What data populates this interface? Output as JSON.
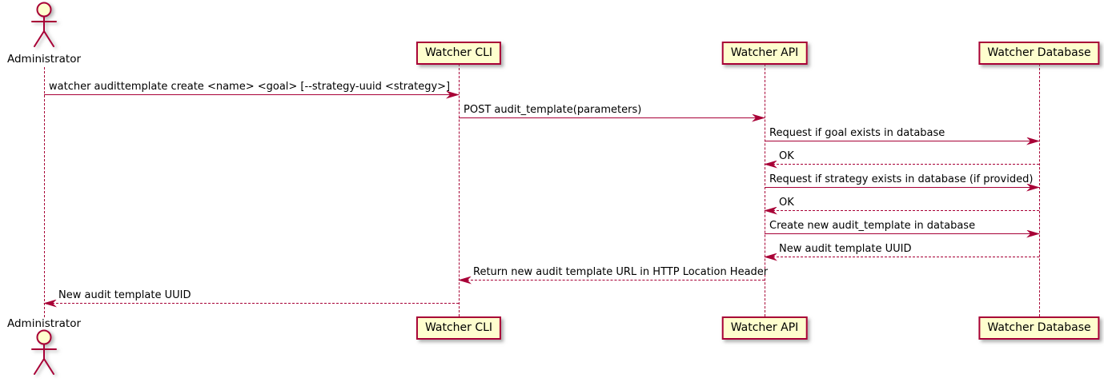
{
  "diagram": {
    "type": "sequence",
    "actor": {
      "name": "Administrator"
    },
    "participants": [
      {
        "id": "cli",
        "label": "Watcher CLI"
      },
      {
        "id": "api",
        "label": "Watcher API"
      },
      {
        "id": "db",
        "label": "Watcher Database"
      }
    ],
    "messages": [
      {
        "from": "Administrator",
        "to": "Watcher CLI",
        "style": "solid",
        "text": "watcher audittemplate create <name> <goal> [--strategy-uuid <strategy>]"
      },
      {
        "from": "Watcher CLI",
        "to": "Watcher API",
        "style": "solid",
        "text": "POST audit_template(parameters)"
      },
      {
        "from": "Watcher API",
        "to": "Watcher Database",
        "style": "solid",
        "text": "Request if goal exists in database"
      },
      {
        "from": "Watcher Database",
        "to": "Watcher API",
        "style": "dashed",
        "text": "OK"
      },
      {
        "from": "Watcher API",
        "to": "Watcher Database",
        "style": "solid",
        "text": "Request if strategy exists in database (if provided)"
      },
      {
        "from": "Watcher Database",
        "to": "Watcher API",
        "style": "dashed",
        "text": "OK"
      },
      {
        "from": "Watcher API",
        "to": "Watcher Database",
        "style": "solid",
        "text": "Create new audit_template in database"
      },
      {
        "from": "Watcher Database",
        "to": "Watcher API",
        "style": "dashed",
        "text": "New audit template UUID"
      },
      {
        "from": "Watcher API",
        "to": "Watcher CLI",
        "style": "dashed",
        "text": "Return new audit template URL in HTTP Location Header"
      },
      {
        "from": "Watcher CLI",
        "to": "Administrator",
        "style": "dashed",
        "text": "New audit template UUID"
      }
    ],
    "colors": {
      "accent": "#A80036",
      "participant_fill": "#FEFECE",
      "text": "#000000",
      "background": "#FFFFFF"
    }
  }
}
